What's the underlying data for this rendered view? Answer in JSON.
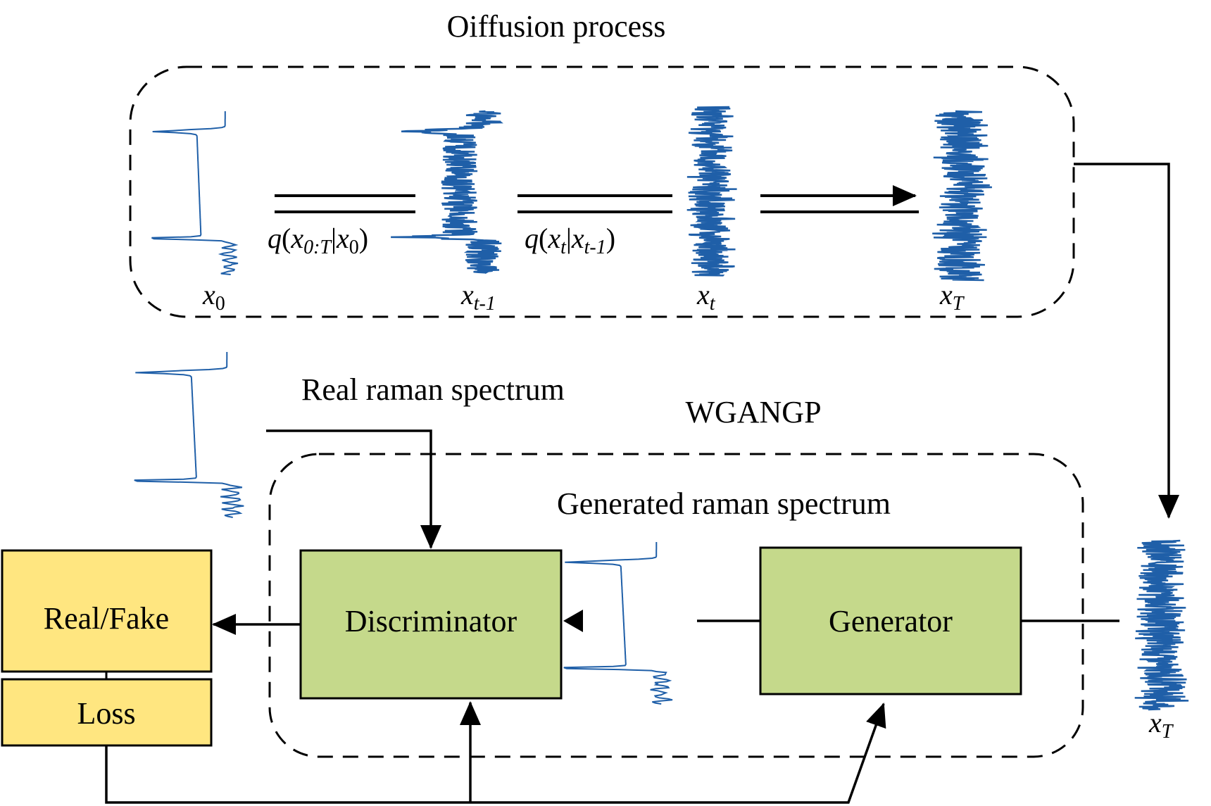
{
  "diffusion": {
    "title": "Oiffusion process",
    "formula1": {
      "q": "q",
      "open": "(",
      "x": "x",
      "sub_a": "0:T",
      "bar": "|",
      "x2": "x",
      "sub_b": "0",
      "close": ")"
    },
    "formula2": {
      "q": "q",
      "open": "(",
      "x": "x",
      "sub_a": "t",
      "bar": "|",
      "x2": "x",
      "sub_b": "t-1",
      "close": ")"
    },
    "stages": [
      {
        "var": "x",
        "sub": "0"
      },
      {
        "var": "x",
        "sub": "t-1"
      },
      {
        "var": "x",
        "sub": "t"
      },
      {
        "var": "x",
        "sub": "T"
      }
    ]
  },
  "gan": {
    "title": "WGANGP",
    "real_label": "Real raman spectrum",
    "generated_label": "Generated raman spectrum",
    "discriminator": "Discriminator",
    "generator": "Generator",
    "real_fake": "Real/Fake",
    "loss": "Loss",
    "input": {
      "var": "x",
      "sub": "T"
    }
  },
  "colors": {
    "box_green": "#c5d98b",
    "box_yellow": "#ffe680",
    "spectrum_blue": "#1f5fa8",
    "line": "#000000"
  }
}
